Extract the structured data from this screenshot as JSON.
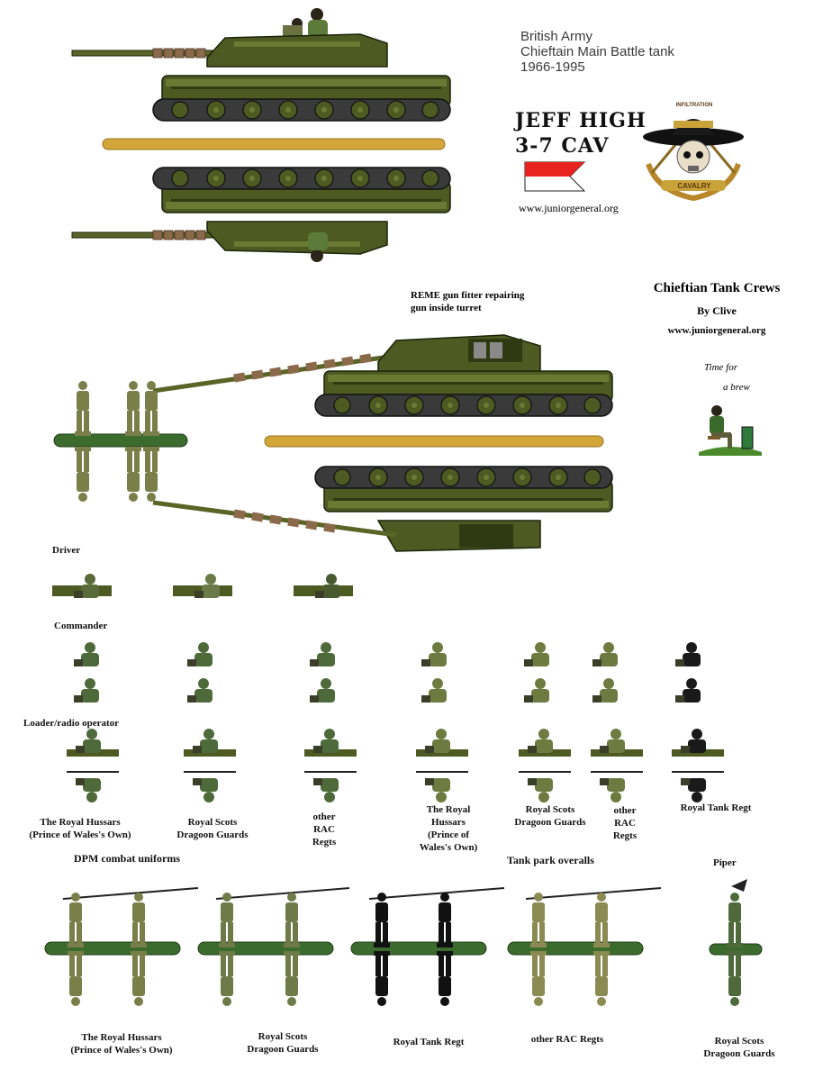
{
  "header": {
    "line1": "British Army",
    "line2": "Chieftain Main Battle tank",
    "line3": "1966-1995"
  },
  "badge": {
    "line1": "JEFF HIGH",
    "line2": "3-7  CAV",
    "website": "www.juniorgeneral.org",
    "emblem_top": "INFILTRATION",
    "emblem_bottom": "CAVALRY"
  },
  "crews": {
    "title": "Chieftian Tank Crews",
    "author": "By Clive",
    "website": "www.juniorgeneral.org",
    "brew_line1": "Time for",
    "brew_line2": "a brew"
  },
  "annotations": {
    "reme_line1": "REME gun fitter repairing",
    "reme_line2": "gun inside turret"
  },
  "roles": {
    "driver": "Driver",
    "commander": "Commander",
    "loader": "Loader/radio operator"
  },
  "units_row1": {
    "hussars_a_line1": "The Royal Hussars",
    "hussars_a_line2": "(Prince of Wales's Own)",
    "scots_a_line1": "Royal Scots",
    "scots_a_line2": "Dragoon Guards",
    "rac_a_line1": "other",
    "rac_a_line2": "RAC",
    "rac_a_line3": "Regts",
    "hussars_b_line1": "The Royal",
    "hussars_b_line2": "Hussars",
    "hussars_b_line3": "(Prince of",
    "hussars_b_line4": "Wales's Own)",
    "scots_b_line1": "Royal Scots",
    "scots_b_line2": "Dragoon Guards",
    "rac_b_line1": "other",
    "rac_b_line2": "RAC",
    "rac_b_line3": "Regts",
    "rtr": "Royal Tank Regt"
  },
  "sections": {
    "dpm": "DPM combat uniforms",
    "overalls": "Tank park overalls",
    "piper": "Piper"
  },
  "units_bottom": {
    "hussars_line1": "The Royal Hussars",
    "hussars_line2": "(Prince of Wales's Own)",
    "scots_line1": "Royal Scots",
    "scots_line2": "Dragoon Guards",
    "rtr": "Royal Tank Regt",
    "rac": "other  RAC  Regts",
    "piper_line1": "Royal Scots",
    "piper_line2": "Dragoon Guards"
  },
  "colors": {
    "hull_olive": "#4d5a22",
    "hull_dark": "#2f3a12",
    "hull_light": "#6b7a33",
    "track": "#3a3a3a",
    "barrel_sleeve": "#8a6a4a",
    "base_gold": "#d3a63a",
    "base_green": "#3c6b2e",
    "flag_red": "#e8231f"
  }
}
